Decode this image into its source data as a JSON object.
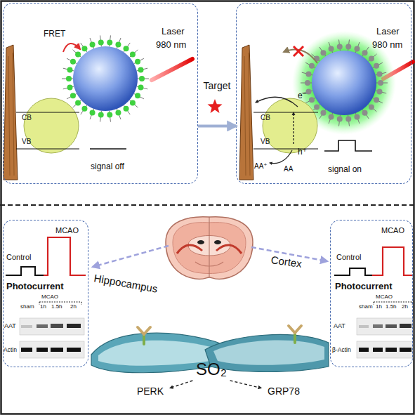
{
  "diagram": {
    "nodes": [
      {
        "text": [
          "signal off"
        ]
      },
      {
        "text": [
          "CB",
          "VB"
        ],
        "in": 0
      },
      {
        "text": [
          "signal on"
        ]
      },
      {
        "text": [
          "CB",
          "VB"
        ],
        "in": 2
      },
      {
        "text": [
          "Control",
          "MCAO",
          "Photocurrent",
          "sham",
          "MCAO",
          "1h",
          "1.5h",
          "2h",
          "AAT",
          "Actin"
        ]
      },
      {
        "text": [
          "Control",
          "MCAO",
          "Photocurrent",
          "sham",
          "MCAO",
          "1h",
          "1.5h",
          "2h",
          "AAT",
          "β-Actin"
        ]
      },
      {
        "text": [
          "SO₂"
        ]
      },
      {
        "text": [
          "PERK"
        ]
      },
      {
        "text": [
          "GRP78"
        ]
      }
    ],
    "edges": [
      {
        "from": 0,
        "to": 2,
        "arrow": "to",
        "label": "Target"
      },
      {
        "from": 6,
        "to": 7,
        "arrow": "to"
      },
      {
        "from": 6,
        "to": 8,
        "arrow": "to"
      }
    ],
    "labels": [
      "FRET",
      "Laser",
      "980 nm",
      "Laser",
      "980 nm",
      "e⁻",
      "h⁺",
      "AA⁺",
      "AA",
      "Hippocampus",
      "Cortex"
    ]
  }
}
